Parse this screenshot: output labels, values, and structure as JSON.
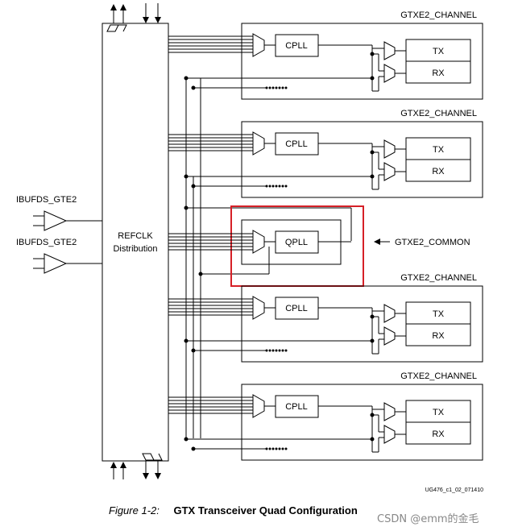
{
  "refclk": {
    "line1": "REFCLK",
    "line2": "Distribution"
  },
  "ibufds": [
    {
      "label": "IBUFDS_GTE2"
    },
    {
      "label": "IBUFDS_GTE2"
    }
  ],
  "channels": [
    {
      "title": "GTXE2_CHANNEL",
      "pll": "CPLL",
      "tx": "TX",
      "rx": "RX"
    },
    {
      "title": "GTXE2_CHANNEL",
      "pll": "CPLL",
      "tx": "TX",
      "rx": "RX"
    },
    {
      "title": "GTXE2_CHANNEL",
      "pll": "CPLL",
      "tx": "TX",
      "rx": "RX"
    },
    {
      "title": "GTXE2_CHANNEL",
      "pll": "CPLL",
      "tx": "TX",
      "rx": "RX"
    }
  ],
  "common": {
    "pll": "QPLL",
    "label": "GTXE2_COMMON",
    "highlight_color": "#d62027"
  },
  "figure_id": "UG476_c1_02_071410",
  "caption": {
    "number": "Figure 1-2:",
    "title": "GTX Transceiver Quad Configuration"
  },
  "watermark": "CSDN @emm的金毛"
}
